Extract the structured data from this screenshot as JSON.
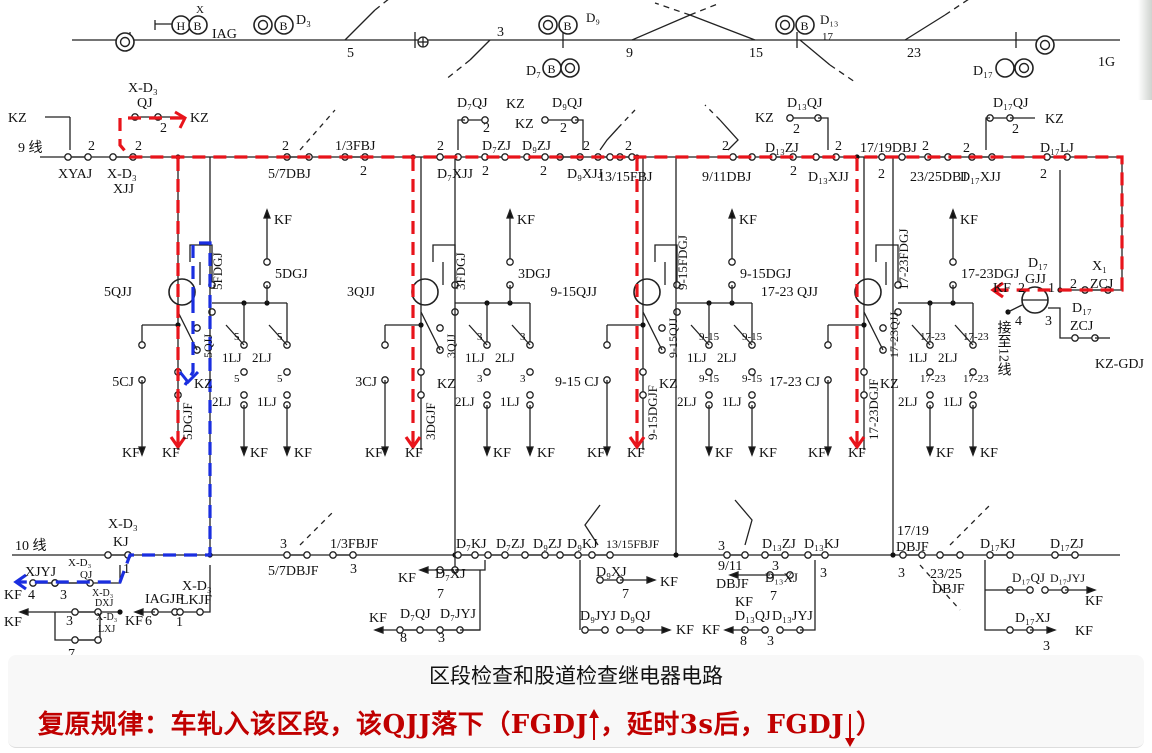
{
  "track": {
    "labels": {
      "iag": "IAG",
      "d3": "D₃",
      "sw5": "5",
      "sw3": "3",
      "d9": "D₉",
      "d7": "D₇",
      "sw9": "9",
      "sw15": "15",
      "d13": "D₁₃",
      "sw17": "17",
      "sw23": "23",
      "d17": "D₁₇",
      "g1": "1G",
      "h": "H",
      "b1": "B",
      "b2": "B",
      "b3": "B",
      "b4": "B",
      "b5": "B",
      "x": "X"
    }
  },
  "line9": {
    "labels": {
      "kz1": "KZ",
      "line": "9 线",
      "xyaj": "XYAJ",
      "n2a": "2",
      "xd3a": "X-D₃",
      "xjj": "XJJ",
      "n2b": "2",
      "xd3b": "X-D₃",
      "qj": "QJ",
      "kz2": "KZ",
      "n2c": "2",
      "dbj57": "5/7DBJ",
      "n2d": "2",
      "fbj13": "1/3FBJ",
      "n2e": "2",
      "d7xjj": "D₇XJJ",
      "n2f": "2",
      "d7zj": "D₇ZJ",
      "n2g": "2",
      "d9zj": "D₉ZJ",
      "n2h": "2",
      "d9xjj": "D₉XJJ",
      "fbj1315": "13/15FBJ",
      "n2i": "2",
      "n2j": "2",
      "d7qj": "D₇QJ",
      "kz3": "KZ",
      "n2k": "2",
      "d9qj": "D₉QJ",
      "kz4": "KZ",
      "n2l": "2",
      "dbj911": "9/11DBJ",
      "n2m": "2",
      "d13zj": "D₁₃ZJ",
      "n2n": "2",
      "d13xjj": "D₁₃XJJ",
      "n2o": "2",
      "d13qj": "D₁₃QJ",
      "kz5": "KZ",
      "n2p": "2",
      "dbj1719": "17/19DBJ",
      "n2q": "2",
      "dbj2325": "23/25DBJ",
      "n2r": "2",
      "d17xjj": "D₁₇XJJ",
      "n2s": "2",
      "d17qj": "D₁₇QJ",
      "kz6": "KZ",
      "n2t": "2",
      "d17lj": "D₁₇LJ",
      "n2u": "2"
    }
  },
  "units": [
    {
      "qjj": "5QJJ",
      "fdgj": "5FDGJ",
      "dgj": "5DGJ",
      "cj": "5CJ",
      "dgjf": "5DGJF",
      "qjj_v": "5QJJ",
      "n": "5",
      "lj1": "1LJ",
      "lj2": "2LJ",
      "kz": "KZ",
      "kf": "KF"
    },
    {
      "qjj": "3QJJ",
      "fdgj": "3FDGJ",
      "dgj": "3DGJ",
      "cj": "3CJ",
      "dgjf": "3DGJF",
      "qjj_v": "3QJJ",
      "n": "3",
      "lj1": "1LJ",
      "lj2": "2LJ",
      "kz": "KZ",
      "kf": "KF"
    },
    {
      "qjj": "9-15QJJ",
      "fdgj": "9-15FDGJ",
      "dgj": "9-15DGJ",
      "cj": "9-15 CJ",
      "dgjf": "9-15DGJF",
      "qjj_v": "9-15QJJ",
      "n": "9-15",
      "lj1": "1LJ",
      "lj2": "2LJ",
      "kz": "KZ",
      "kf": "KF"
    },
    {
      "qjj": "17-23 QJJ",
      "fdgj": "17-23FDGJ",
      "dgj": "17-23DGJ",
      "cj": "17-23 CJ",
      "dgjf": "17-23DGJF",
      "qjj_v": "17-23QJJ",
      "n": "17-23",
      "lj1": "1LJ",
      "lj2": "2LJ",
      "kz": "KZ",
      "kf": "KF"
    }
  ],
  "right": {
    "labels": {
      "d17": "D₁₇",
      "gjj": "GJJ",
      "kf": "KF",
      "n2": "2",
      "n1": "1",
      "n4": "4",
      "n3": "3",
      "x1": "X₁",
      "n2b": "2",
      "zcj": "ZCJ",
      "d17b": "D₁₇",
      "zcj2": "ZCJ",
      "kzgdj": "KZ-GDJ",
      "conn": "接至12线"
    }
  },
  "line10": {
    "labels": {
      "line": "10 线",
      "xd3kj": "X-D₃",
      "kj": "KJ",
      "n1": "1",
      "xjyj": "XJYJ",
      "xd3qj": "X-D₃",
      "qj": "QJ",
      "kf1": "KF",
      "n4": "4",
      "n3": "3",
      "xd3dxj": "X-D₃",
      "dxj": "DXJ",
      "kf2": "KF",
      "n3b": "3",
      "xd3lxj": "X-D₃",
      "lxj": "LXJ",
      "n7": "7",
      "kf3": "KF",
      "n6": "6",
      "iagjf": "IAGJF",
      "xd3c": "X-D₃",
      "lkjf": "LKJF",
      "n1b": "1",
      "n3c": "3",
      "dbjf57": "5/7DBJF",
      "fbjf13": "1/3FBJF",
      "n3d": "3",
      "d7kj": "D₇KJ",
      "d7zj": "D₇ZJ",
      "d9zj": "D₉ZJ",
      "d9kj": "D₉KJ",
      "fbjf1315": "13/15FBJF",
      "kf4": "KF",
      "d7xj": "D₇XJ",
      "n7b": "7",
      "kf5": "KF",
      "d7qj": "D₇QJ",
      "d7jyj": "D₇JYJ",
      "n8": "8",
      "n3e": "3",
      "d9xj": "D₉XJ",
      "n7c": "7",
      "kf6": "KF",
      "d9jyj": "D₉JYJ",
      "d9qj": "D₉QJ",
      "kf7": "KF",
      "n3f": "3",
      "dbjf911a": "9/11",
      "dbjf911b": "DBJF",
      "d13zj": "D₁₃ZJ",
      "n3g": "3",
      "d13kj": "D₁₃KJ",
      "n3h": "3",
      "d13xj": "D₁₃XJ",
      "kf8": "KF",
      "n7d": "7",
      "kf9": "KF",
      "d13qj": "D₁₃QJ",
      "d13jyj": "D₁₃JYJ",
      "n8b": "8",
      "n3i": "3",
      "dbjf1719a": "17/19",
      "dbjf1719b": "DBJF",
      "n3j": "3",
      "dbjf2325a": "23/25",
      "dbjf2325b": "DBJF",
      "d17kj": "D₁₇KJ",
      "d17zj": "D₁₇ZJ",
      "d17qj": "D₁₇QJ",
      "d17jyj": "D₁₇JYJ",
      "kf10": "KF",
      "d17xj": "D₁₇XJ",
      "kf11": "KF",
      "n3k": "3"
    }
  },
  "caption": "区段检查和股道检查继电器电路",
  "rule": {
    "part1": "复原规律：车轧入该区段，该QJJ落下（FGDJ",
    "part2": "，延时3s后，FGDJ",
    "part3": "）",
    "arrow1": "up",
    "arrow2": "down"
  },
  "colors": {
    "red_path": "#e8141b",
    "blue_path": "#1a2ee0",
    "rule_text": "#c00000"
  }
}
